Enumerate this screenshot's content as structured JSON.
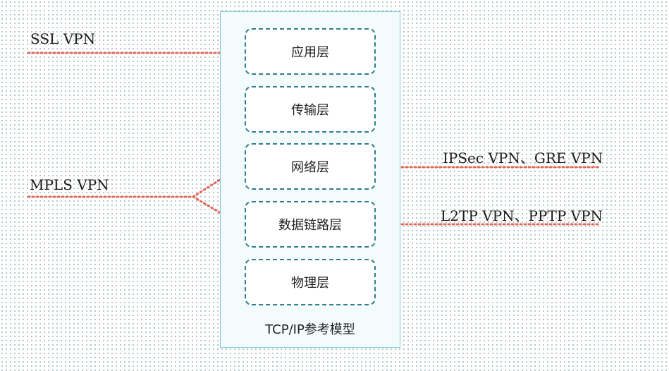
{
  "model": {
    "caption": "TCP/IP参考模型",
    "layers": [
      "应用层",
      "传输层",
      "网络层",
      "数据链路层",
      "物理层"
    ]
  },
  "vpns": {
    "ssl": "SSL VPN",
    "mpls": "MPLS VPN",
    "ipsec_gre": "IPSec VPN、GRE VPN",
    "l2tp_pptp": "L2TP VPN、PPTP VPN"
  },
  "colors": {
    "connector": "#e0685a",
    "layer_border": "#2e7f8f",
    "model_border": "#7fc7d6"
  }
}
